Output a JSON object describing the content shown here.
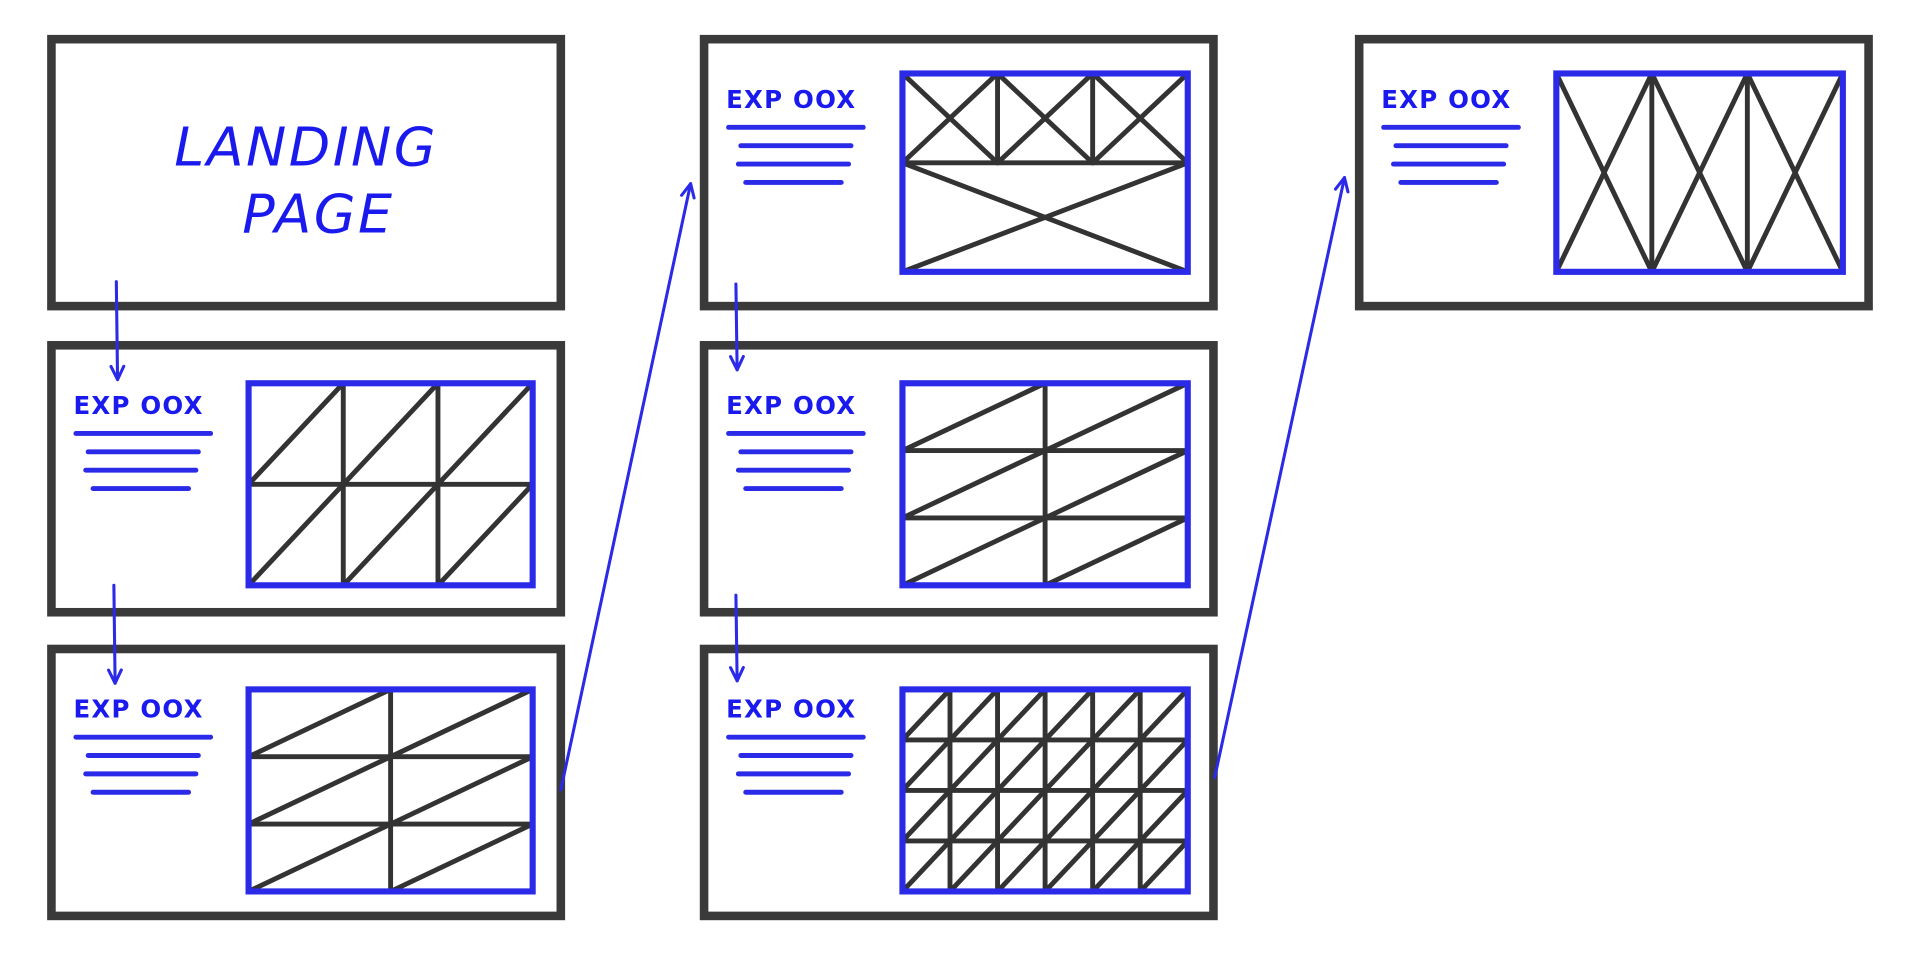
{
  "landing": {
    "line1": "LANDING",
    "line2": "PAGE"
  },
  "screens": [
    {
      "heading": "EXP OOX",
      "pattern": "grid-3x2"
    },
    {
      "heading": "EXP OOX",
      "pattern": "grid-2x3"
    },
    {
      "heading": "EXP OOX",
      "pattern": "x-top-row"
    },
    {
      "heading": "EXP OOX",
      "pattern": "grid-2x3"
    },
    {
      "heading": "EXP OOX",
      "pattern": "grid-6x4"
    },
    {
      "heading": "EXP OOX",
      "pattern": "zigzag-3"
    }
  ],
  "colors": {
    "ink": "#2a2ae8",
    "frame": "#3a3a3a",
    "wire": "#333333"
  }
}
